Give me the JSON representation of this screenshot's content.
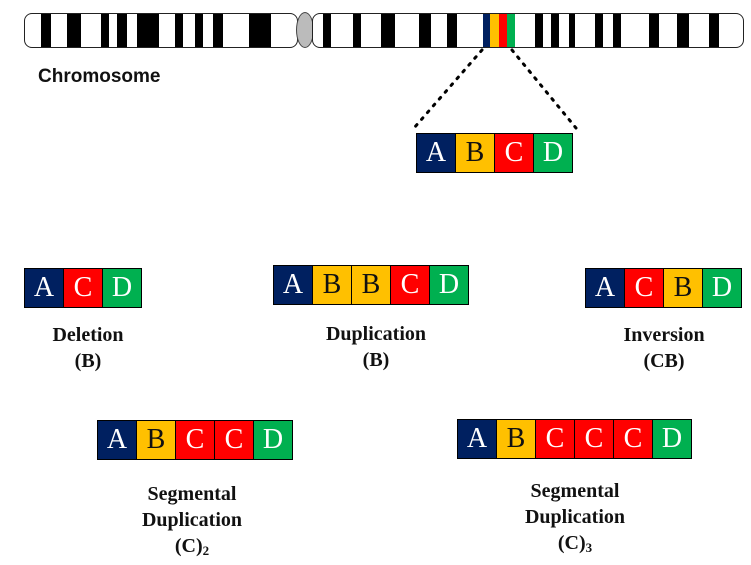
{
  "chromosome_label": "Chromosome",
  "colors": {
    "A": "#002060",
    "B": "#FFC000",
    "C": "#FF0000",
    "D": "#00B050",
    "text_on_dark": "#ffffff",
    "text_on_light": "#111111"
  },
  "original_segments": [
    "A",
    "B",
    "C",
    "D"
  ],
  "variants": {
    "deletion": {
      "segments": [
        "A",
        "C",
        "D"
      ],
      "line1": "Deletion",
      "line2": "(B)"
    },
    "duplication": {
      "segments": [
        "A",
        "B",
        "B",
        "C",
        "D"
      ],
      "line1": "Duplication",
      "line2": "(B)"
    },
    "inversion": {
      "segments": [
        "A",
        "C",
        "B",
        "D"
      ],
      "line1": "Inversion",
      "line2": "(CB)"
    },
    "seg_dup_2": {
      "segments": [
        "A",
        "B",
        "C",
        "C",
        "D"
      ],
      "line1": "Segmental",
      "line2": "Duplication",
      "line3": "(C)",
      "sub": "2"
    },
    "seg_dup_3": {
      "segments": [
        "A",
        "B",
        "C",
        "C",
        "C",
        "D"
      ],
      "line1": "Segmental",
      "line2": "Duplication",
      "line3": "(C)",
      "sub": "3"
    }
  }
}
